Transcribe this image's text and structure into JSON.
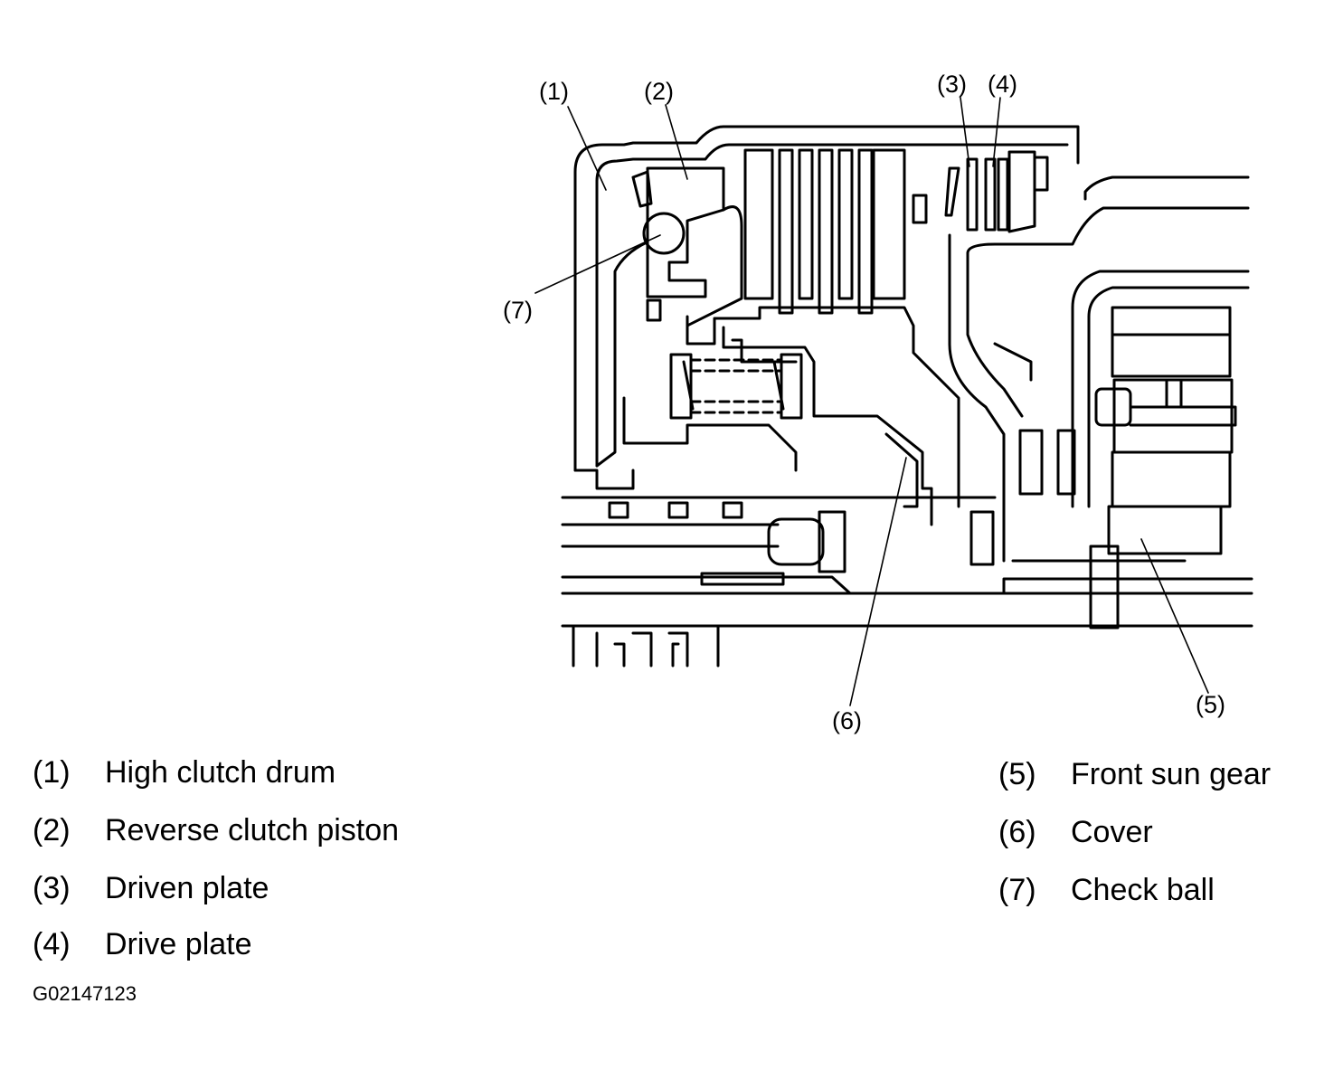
{
  "figure": {
    "code": "G02147123",
    "callouts": [
      {
        "id": "1",
        "label": "(1)"
      },
      {
        "id": "2",
        "label": "(2)"
      },
      {
        "id": "3",
        "label": "(3)"
      },
      {
        "id": "4",
        "label": "(4)"
      },
      {
        "id": "5",
        "label": "(5)"
      },
      {
        "id": "6",
        "label": "(6)"
      },
      {
        "id": "7",
        "label": "(7)"
      }
    ]
  },
  "legend": [
    {
      "num": "(1)",
      "text": "High clutch drum"
    },
    {
      "num": "(2)",
      "text": "Reverse clutch piston"
    },
    {
      "num": "(3)",
      "text": "Driven plate"
    },
    {
      "num": "(4)",
      "text": "Drive plate"
    },
    {
      "num": "(5)",
      "text": "Front sun gear"
    },
    {
      "num": "(6)",
      "text": "Cover"
    },
    {
      "num": "(7)",
      "text": "Check ball"
    }
  ]
}
